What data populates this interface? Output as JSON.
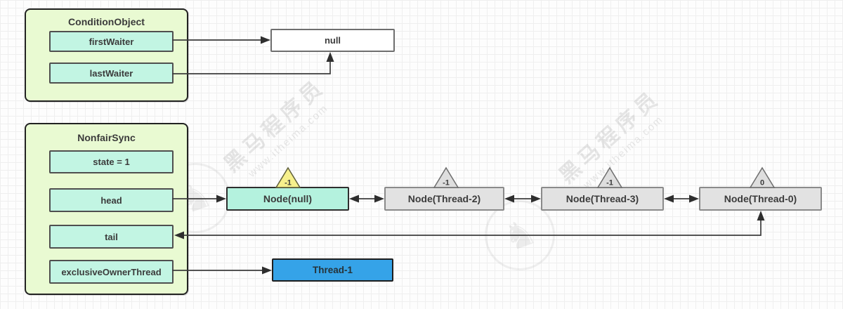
{
  "condition_object": {
    "title": "ConditionObject",
    "fields": [
      {
        "label": "firstWaiter"
      },
      {
        "label": "lastWaiter"
      }
    ]
  },
  "null_ref": {
    "label": "null"
  },
  "nonfair_sync": {
    "title": "NonfairSync",
    "fields": [
      {
        "label": "state = 1"
      },
      {
        "label": "head"
      },
      {
        "label": "tail"
      },
      {
        "label": "exclusiveOwnerThread"
      }
    ]
  },
  "wait_queue": {
    "nodes": [
      {
        "label": "Node(null)",
        "wait_status": "-1",
        "style": "highlight"
      },
      {
        "label": "Node(Thread-2)",
        "wait_status": "-1",
        "style": "default"
      },
      {
        "label": "Node(Thread-3)",
        "wait_status": "-1",
        "style": "default"
      },
      {
        "label": "Node(Thread-0)",
        "wait_status": "0",
        "style": "default"
      }
    ]
  },
  "owner_thread": {
    "label": "Thread-1"
  },
  "watermark": {
    "brand": "黑马程序员",
    "url": "www.itheima.com",
    "logo": "horse-icon",
    "logo_glyph": "♞"
  },
  "colors": {
    "container_fill": "#e9fad2",
    "container_border": "#222222",
    "field_fill": "#c2f5e3",
    "node_highlight_fill": "#b4f2de",
    "node_default_fill": "#e2e2e2",
    "null_fill": "#ffffff",
    "thread_fill": "#35a3e8",
    "triangle_yellow": "#f6f08c",
    "triangle_gray": "#dedede",
    "arrow": "#3c3c3c",
    "grid_line": "#efefef"
  }
}
